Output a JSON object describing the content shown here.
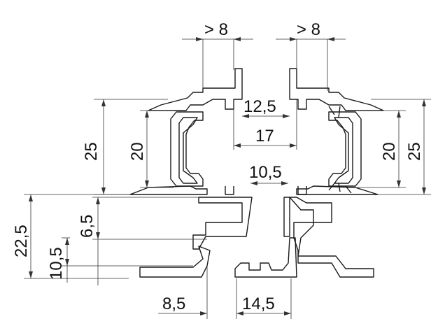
{
  "dimensions": {
    "gap_left": "> 8",
    "gap_right": "> 8",
    "top_opening": "12,5",
    "inner_width": "17",
    "web_width": "10,5",
    "height_left_outer": "25",
    "height_left_inner": "20",
    "height_right_inner": "20",
    "height_right_outer": "25",
    "base_height_total": "22,5",
    "base_height_mid": "6,5",
    "base_height_low": "10,5",
    "foot_width": "8,5",
    "base_width": "14,5"
  },
  "colors": {
    "outline": "#1a1a1a",
    "dimension": "#333333"
  }
}
